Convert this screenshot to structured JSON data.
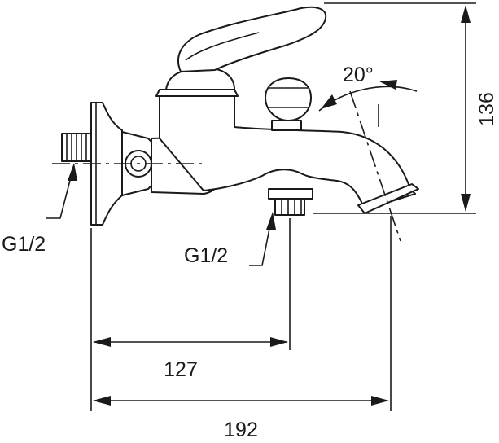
{
  "dimensions": {
    "height": "136",
    "inner_length": "127",
    "total_length": "192",
    "spout_angle": "20°",
    "thread_wall": "G1/2",
    "thread_outlet": "G1/2"
  }
}
